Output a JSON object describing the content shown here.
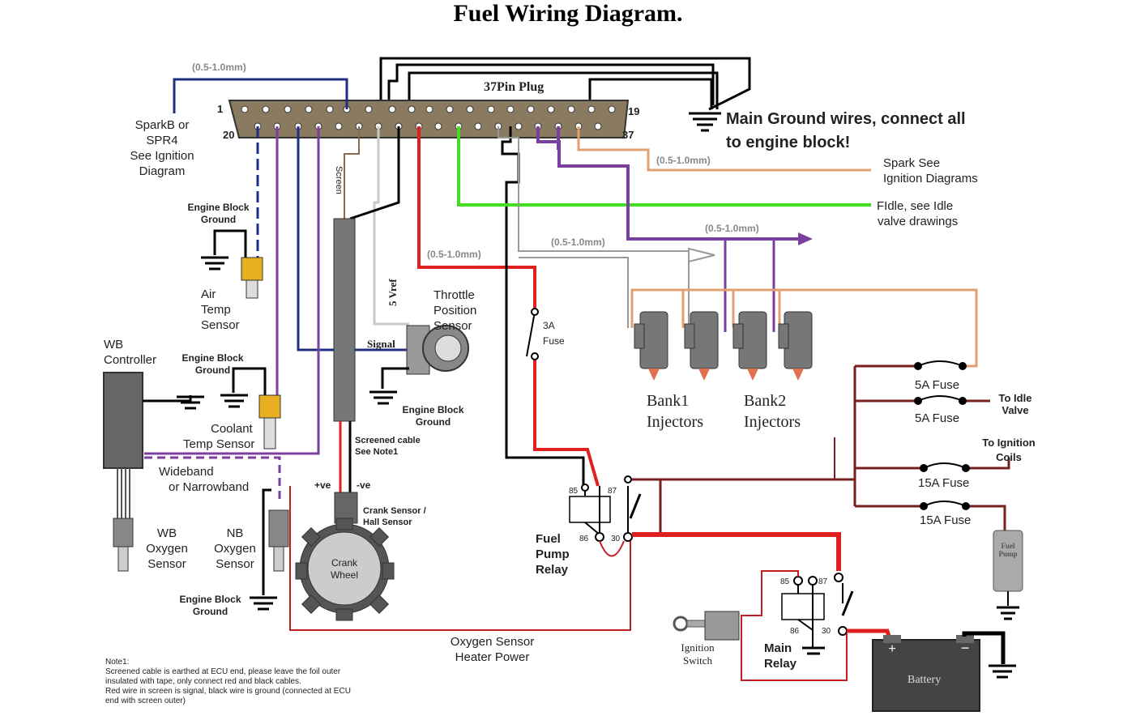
{
  "title": "Fuel Wiring Diagram.",
  "plug": {
    "label": "37Pin Plug",
    "pin1": "1",
    "pin19": "19",
    "pin20": "20",
    "pin37": "37"
  },
  "ground_note": [
    "Main Ground wires, connect all",
    "to engine block!"
  ],
  "wire_size": "(0.5-1.0mm)",
  "labels": {
    "sparkb": [
      "SparkB or",
      "SPR4",
      "See Ignition",
      "Diagram"
    ],
    "spark_see": [
      "Spark See",
      "Ignition Diagrams"
    ],
    "fidle": [
      "FIdle, see Idle",
      "valve drawings"
    ],
    "engine_block_ground": [
      "Engine Block",
      "Ground"
    ],
    "air_temp": [
      "Air",
      "Temp",
      "Sensor"
    ],
    "wb_controller": [
      "WB",
      "Controller"
    ],
    "coolant": [
      "Coolant",
      "Temp Sensor"
    ],
    "wideband": [
      "Wideband",
      "or Narrowband"
    ],
    "wb_oxygen": [
      "WB",
      "Oxygen",
      "Sensor"
    ],
    "nb_oxygen": [
      "NB",
      "Oxygen",
      "Sensor"
    ],
    "screen": "Screen",
    "vref": "5 Vref",
    "signal": "Signal",
    "tps": [
      "Throttle",
      "Position",
      "Sensor"
    ],
    "screened_cable": [
      "Screened cable",
      "See Note1"
    ],
    "plus_ve": "+ve",
    "minus_ve": "-ve",
    "crank_sensor": [
      "Crank Sensor /",
      "Hall Sensor"
    ],
    "crank_wheel": [
      "Crank",
      "Wheel"
    ],
    "fuse_3a": [
      "3A",
      "Fuse"
    ],
    "fuel_pump_relay": [
      "Fuel",
      "Pump",
      "Relay"
    ],
    "relay_pins": {
      "p85": "85",
      "p87": "87",
      "p86": "86",
      "p30": "30"
    },
    "bank1": [
      "Bank1",
      "Injectors"
    ],
    "bank2": [
      "Bank2",
      "Injectors"
    ],
    "fuse_5a": "5A Fuse",
    "fuse_15a": "15A Fuse",
    "to_idle": [
      "To Idle",
      "Valve"
    ],
    "to_ignition": [
      "To Ignition",
      "Coils"
    ],
    "fuel_pump": [
      "Fuel",
      "Pump"
    ],
    "oxygen_heater": [
      "Oxygen Sensor",
      "Heater Power"
    ],
    "ignition_switch": [
      "Ignition",
      "Switch"
    ],
    "main_relay": [
      "Main",
      "Relay"
    ],
    "battery": "Battery"
  },
  "note": [
    "Note1:",
    "Screened cable is earthed at ECU end, please leave the foil outer",
    "insulated with tape, only connect red and black cables.",
    "Red wire in screen is signal, black wire is ground (connected at ECU",
    "end with screen outer)"
  ],
  "colors": {
    "black": "#000000",
    "red": "#e02020",
    "blue": "#1f2f80",
    "purple": "#7b3fa0",
    "green": "#44dd22",
    "orange": "#e0a070",
    "grey": "#c8c8c8",
    "darkred": "#7a1f1f",
    "plug": "#8a7a60"
  }
}
